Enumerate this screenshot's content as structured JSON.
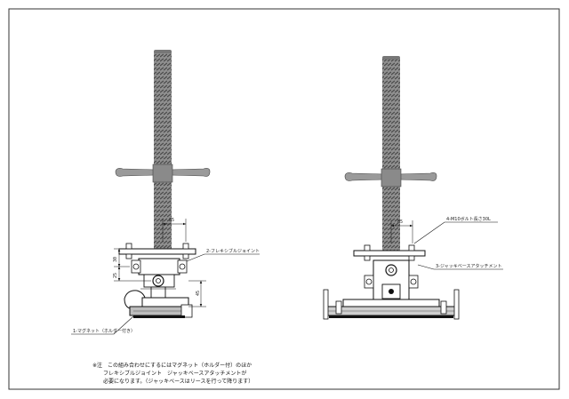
{
  "left_view": {
    "dim_top": "85",
    "dim_left_upper": "30",
    "dim_left_lower": "25",
    "dim_right": "45",
    "callout_joint": "2-フレキシブルジョイント",
    "callout_magnet": "1-マグネット（ホルダー付き）"
  },
  "right_view": {
    "dim_top": "85",
    "callout_bolt": "4-M10ボルト長さ30L",
    "callout_attachment": "3-ジャッキベースアタッチメント"
  },
  "note": {
    "line1": "※注　この組み合わせにするにはマグネット（ホルダー付）のほか",
    "line2": "フレキシブルジョイント　ジャッキベースアタッチメントが",
    "line3": "必要になります。（ジャッキベースはリースを行って降ります）"
  },
  "colors": {
    "ink": "#111111",
    "screw": "#9a9a9a",
    "frame": "#333333"
  }
}
